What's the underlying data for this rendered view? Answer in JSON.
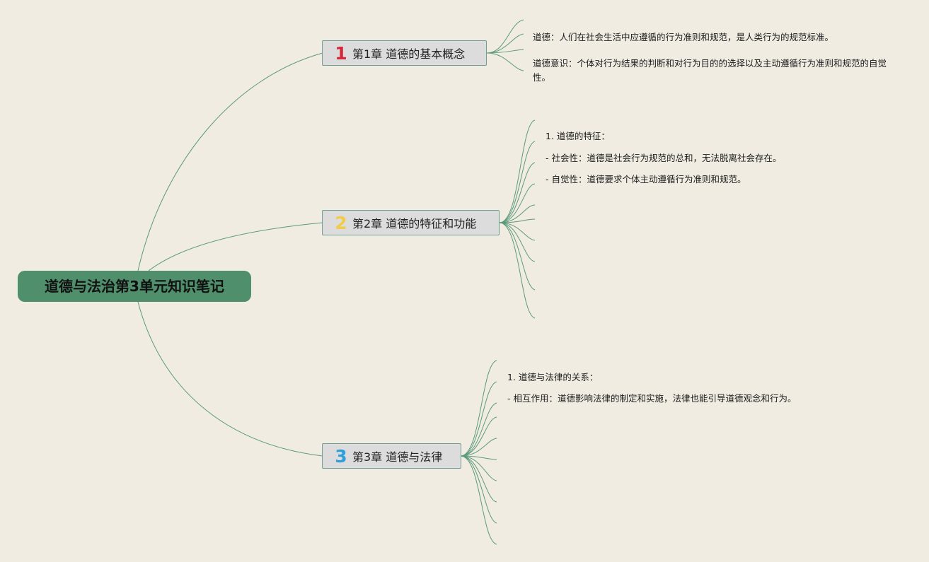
{
  "root": {
    "title": "道德与法治第3单元知识笔记"
  },
  "chapters": [
    {
      "number": "1",
      "title": "第1章 道德的基本概念",
      "number_color": "#d42a3b",
      "leaves": [
        "道德：人们在社会生活中应遵循的行为准则和规范，是人类行为的规范标准。",
        "道德意识：个体对行为结果的判断和对行为目的的选择以及主动遵循行为准则和规范的自觉性。"
      ]
    },
    {
      "number": "2",
      "title": "第2章 道德的特征和功能",
      "number_color": "#f0cc4a",
      "leaves": [
        "1. 道德的特征：",
        "- 社会性：道德是社会行为规范的总和，无法脱离社会存在。",
        "- 自觉性：道德要求个体主动遵循行为准则和规范。"
      ]
    },
    {
      "number": "3",
      "title": "第3章 道德与法律",
      "number_color": "#2f9fdc",
      "leaves": [
        "1. 道德与法律的关系：",
        "- 相互作用：道德影响法律的制定和实施，法律也能引导道德观念和行为。"
      ]
    }
  ],
  "colors": {
    "background": "#f0ece2",
    "root_fill": "#4f8f6b",
    "chapter_fill": "#dcdcdc",
    "connector": "#4f8f6b"
  }
}
